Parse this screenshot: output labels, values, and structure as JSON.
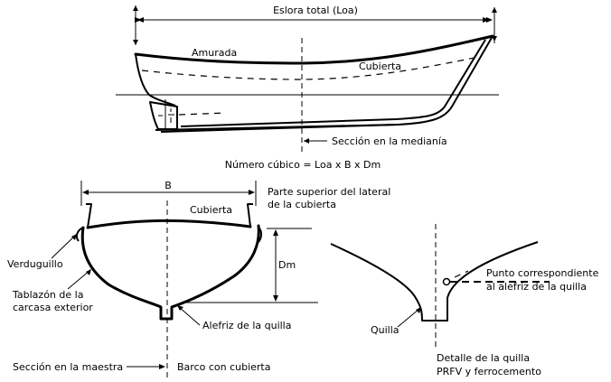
{
  "profile_view": {
    "length_dimension_label": "Eslora total (Loa)",
    "bulwark_label": "Amurada",
    "deck_label": "Cubierta",
    "midship_section_label": "Sección en la medianía"
  },
  "formula": "Número cúbico = Loa x B x Dm",
  "cross_section": {
    "beam_label": "B",
    "deck_label": "Cubierta",
    "deck_side_top_label_line1": "Parte superior del lateral",
    "deck_side_top_label_line2": "de la cubierta",
    "depth_label": "Dm",
    "rubbing_strake_label": "Verduguillo",
    "shell_planking_label_line1": "Tablazón de la",
    "shell_planking_label_line2": "carcasa exterior",
    "keel_rabbet_label": "Alefriz de la quilla",
    "master_section_label": "Sección en la maestra",
    "decked_boat_label": "Barco con cubierta"
  },
  "keel_detail": {
    "keel_label": "Quilla",
    "point_label_line1": "Punto correspondiente",
    "point_label_line2": "al alefriz de la quilla",
    "caption_line1": "Detalle de la quilla",
    "caption_line2": "PRFV y ferrocemento"
  }
}
